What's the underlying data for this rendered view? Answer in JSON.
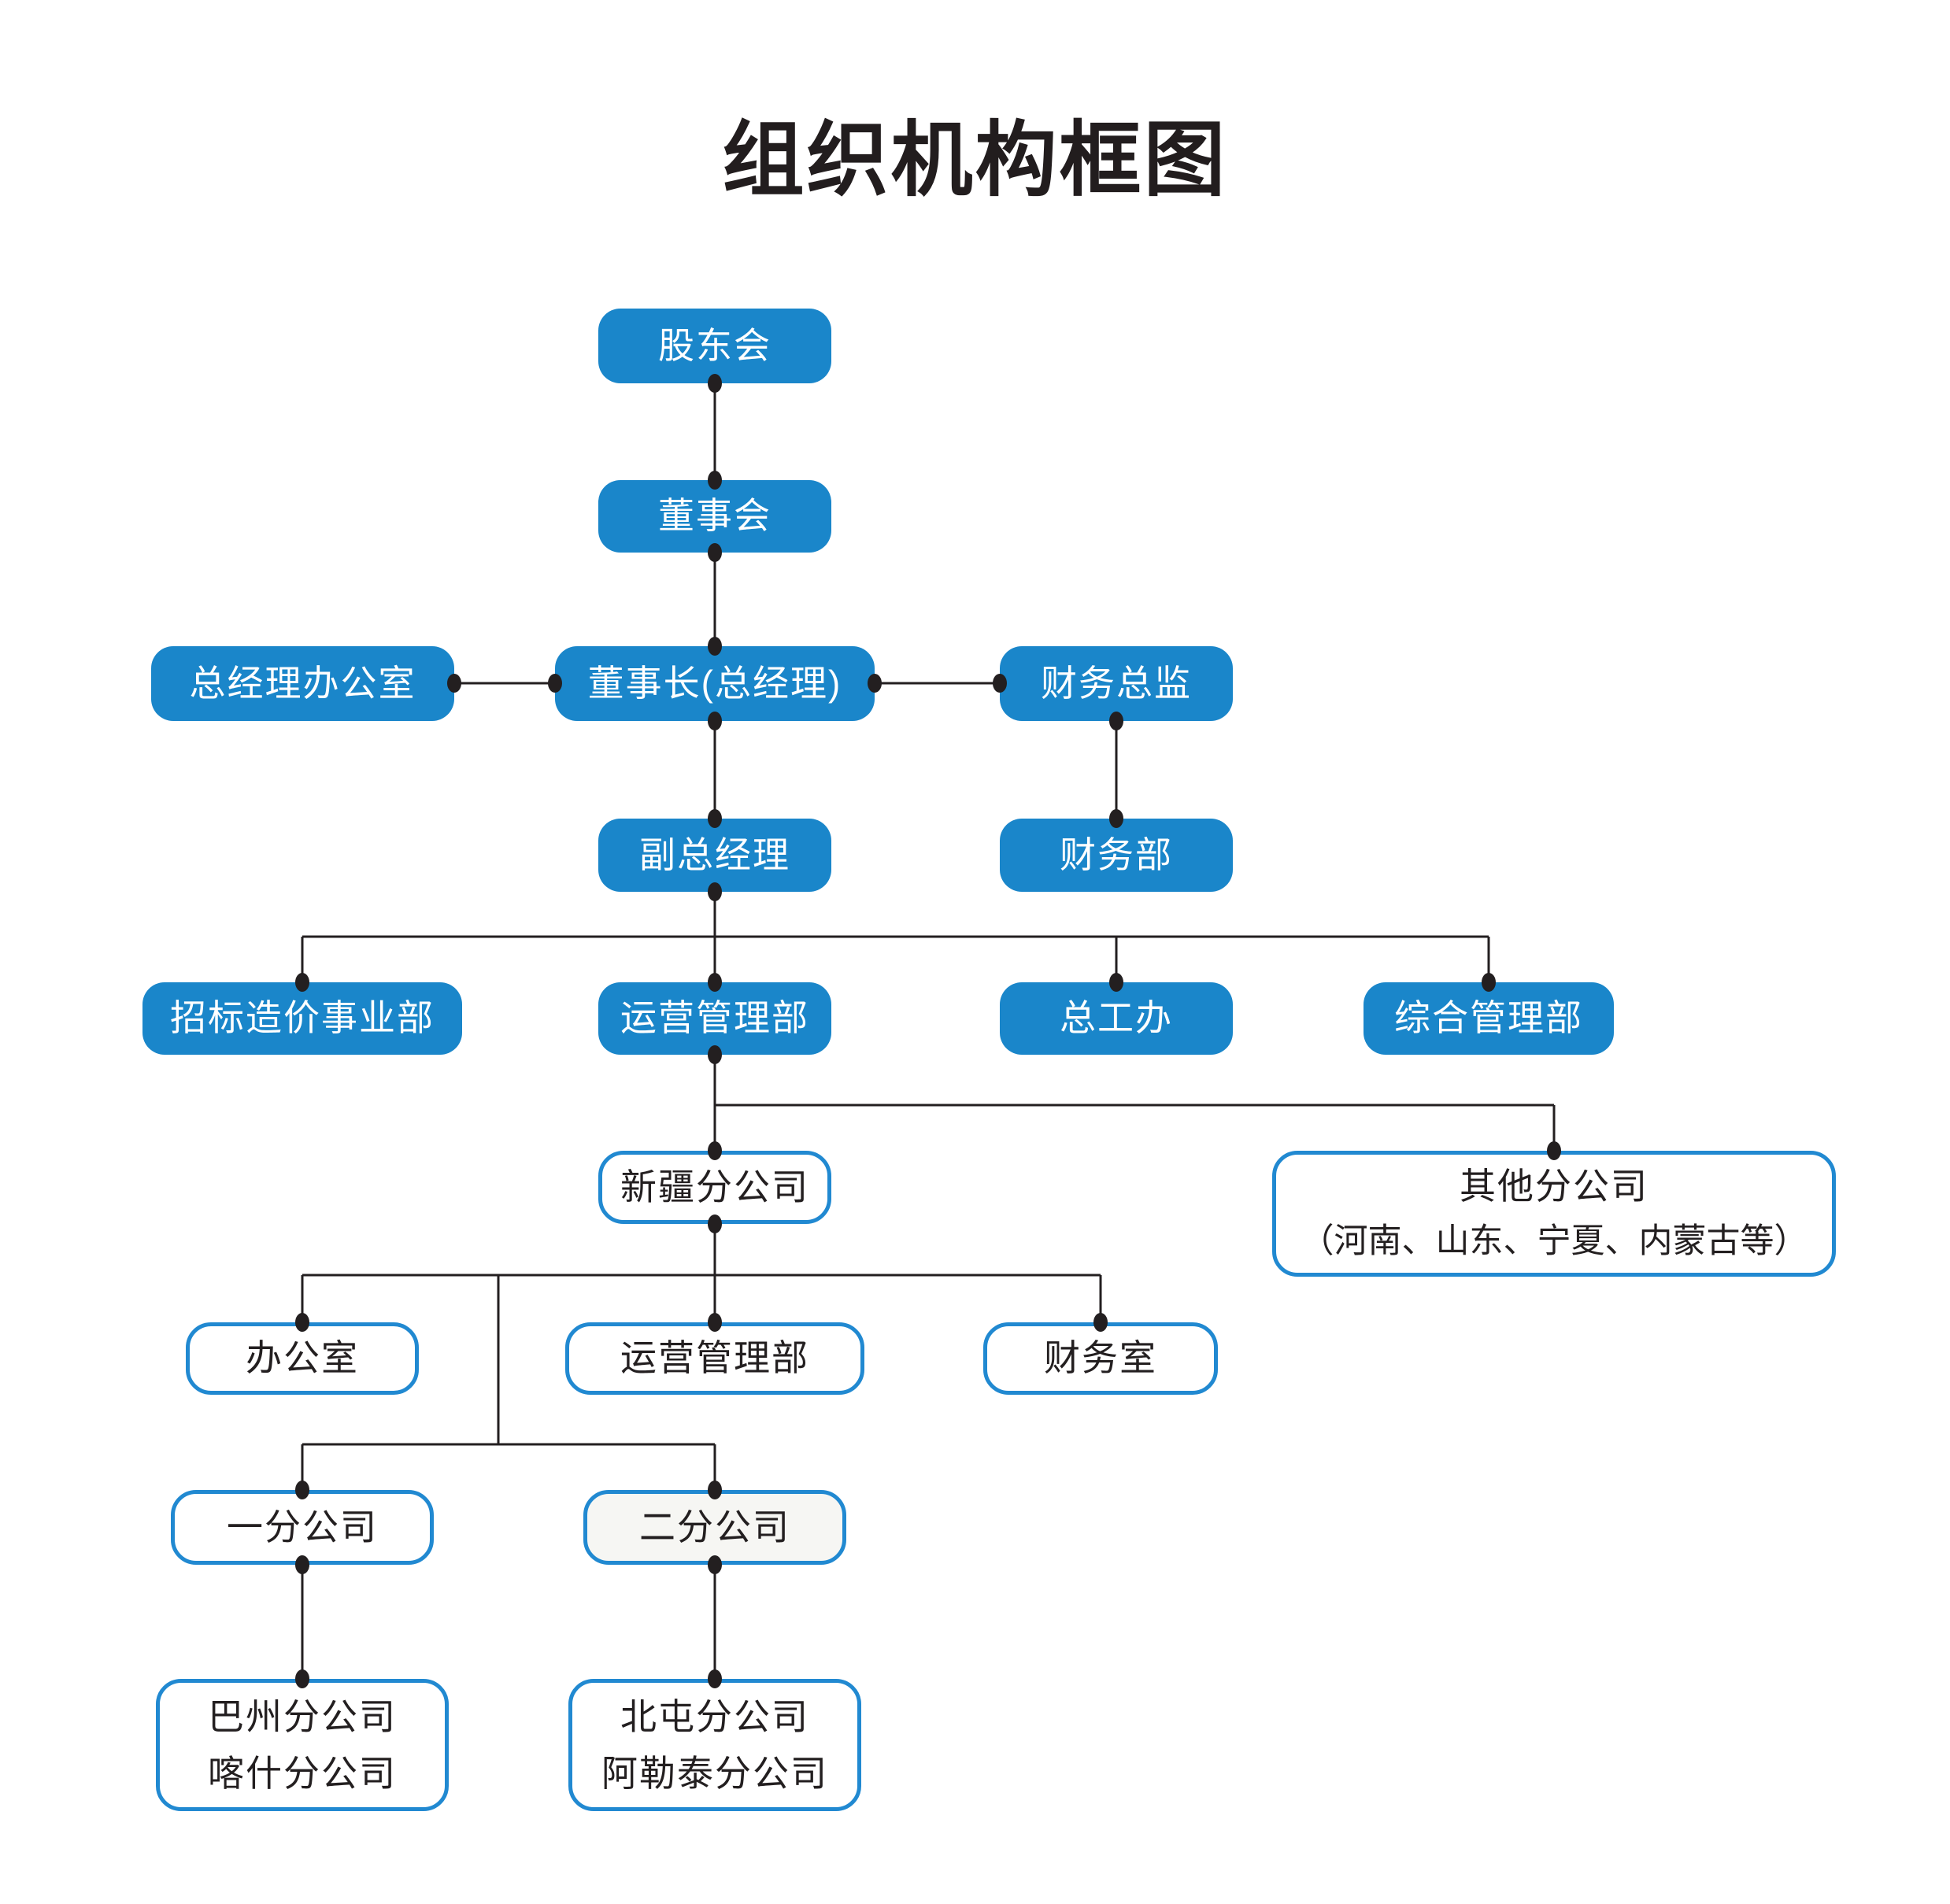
{
  "title": "组织机构框图",
  "colors": {
    "node_blue_fill": "#1a86ca",
    "node_outline_border": "#2189d1",
    "node_text_on_blue": "#ffffff",
    "node_text_dark": "#231f20",
    "connector_line": "#231f20",
    "second_branch_fill": "#f6f6f3",
    "background": "#ffffff"
  },
  "nodes": {
    "shareholders": {
      "label": "股东会",
      "style": "blue"
    },
    "board": {
      "label": "董事会",
      "style": "blue"
    },
    "gm_office": {
      "label": "总经理办公室",
      "style": "blue"
    },
    "chairman": {
      "label": "董事长(总经理)",
      "style": "blue"
    },
    "cfo": {
      "label": "财务总监",
      "style": "blue"
    },
    "deputy_gm": {
      "label": "副总经理",
      "style": "blue"
    },
    "finance_dept": {
      "label": "财务部",
      "style": "blue"
    },
    "bidding_cost_div": {
      "label": "招标造价事业部",
      "style": "blue"
    },
    "operations_dept": {
      "label": "运营管理部",
      "style": "blue"
    },
    "chief_engineer_office": {
      "label": "总工办",
      "style": "blue"
    },
    "general_mgmt_dept": {
      "label": "综合管理部",
      "style": "blue"
    },
    "xinjiang_branch": {
      "label": "新疆分公司",
      "style": "outline"
    },
    "other_branches": {
      "label_line1": "其他分公司",
      "label_line2": "（河南、山东、宁夏、内蒙古等）",
      "style": "outline"
    },
    "office": {
      "label": "办公室",
      "style": "outline"
    },
    "xj_operations_dept": {
      "label": "运营管理部",
      "style": "outline"
    },
    "finance_room": {
      "label": "财务室",
      "style": "outline"
    },
    "first_branch": {
      "label": "一分公司",
      "style": "outline"
    },
    "second_branch": {
      "label": "二分公司",
      "style": "outline-gray"
    },
    "bazhou_kashgar": {
      "label_line1": "巴州分公司",
      "label_line2": "喀什分公司",
      "style": "outline"
    },
    "beitun_altay": {
      "label_line1": "北屯分公司",
      "label_line2": "阿勒泰分公司",
      "style": "outline"
    }
  },
  "edges": [
    {
      "from": "shareholders",
      "to": "board"
    },
    {
      "from": "board",
      "to": "chairman"
    },
    {
      "from": "chairman",
      "to": "gm_office"
    },
    {
      "from": "chairman",
      "to": "cfo"
    },
    {
      "from": "chairman",
      "to": "deputy_gm"
    },
    {
      "from": "cfo",
      "to": "finance_dept"
    },
    {
      "from": "deputy_gm",
      "to": "bidding_cost_div"
    },
    {
      "from": "deputy_gm",
      "to": "operations_dept"
    },
    {
      "from": "deputy_gm",
      "to": "chief_engineer_office"
    },
    {
      "from": "deputy_gm",
      "to": "general_mgmt_dept"
    },
    {
      "from": "operations_dept",
      "to": "xinjiang_branch"
    },
    {
      "from": "operations_dept",
      "to": "other_branches"
    },
    {
      "from": "xinjiang_branch",
      "to": "office"
    },
    {
      "from": "xinjiang_branch",
      "to": "xj_operations_dept"
    },
    {
      "from": "xinjiang_branch",
      "to": "finance_room"
    },
    {
      "from": "xinjiang_branch",
      "to": "first_branch"
    },
    {
      "from": "xinjiang_branch",
      "to": "second_branch"
    },
    {
      "from": "first_branch",
      "to": "bazhou_kashgar"
    },
    {
      "from": "second_branch",
      "to": "beitun_altay"
    }
  ]
}
